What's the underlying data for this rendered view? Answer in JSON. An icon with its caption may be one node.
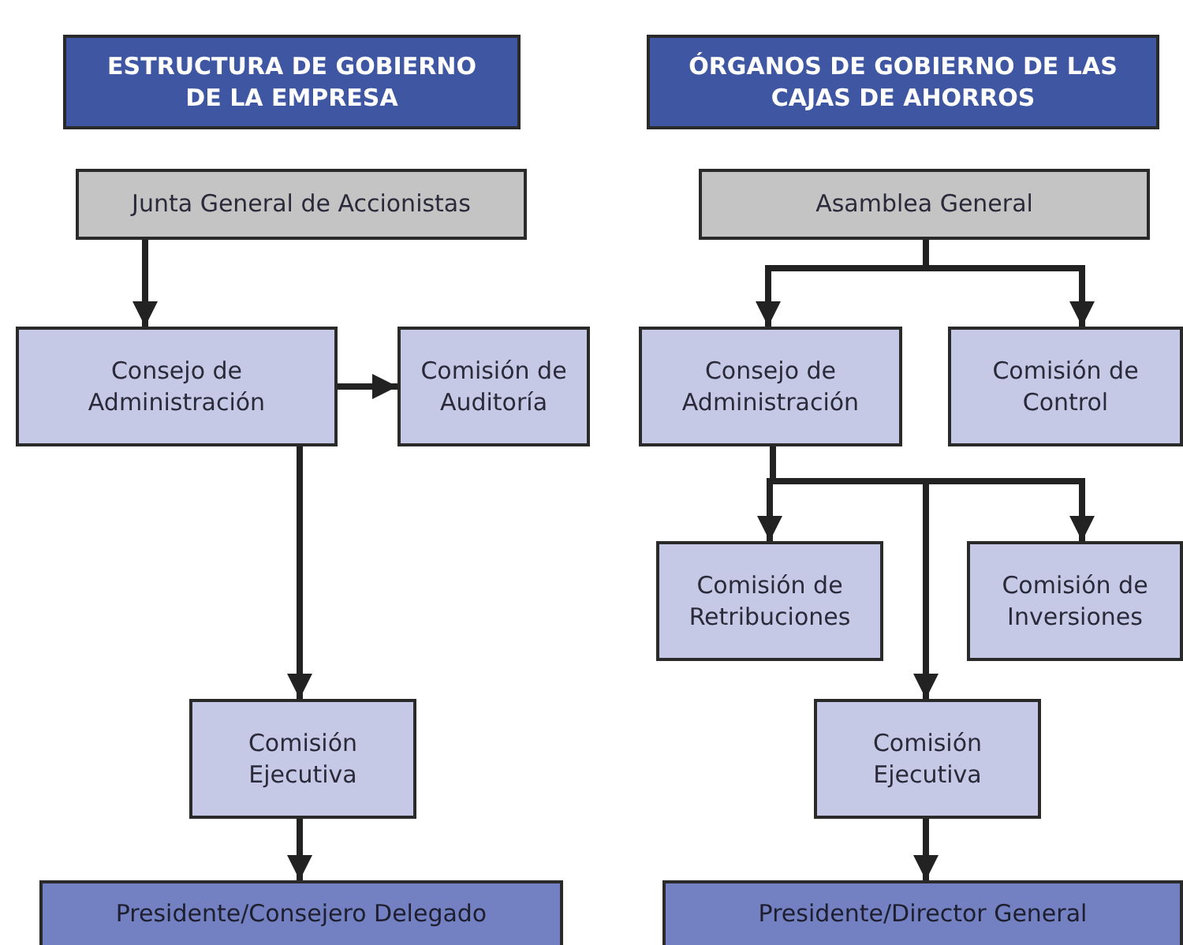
{
  "diagram": {
    "nodes": [
      {
        "text": [
          "ESTRUCTURA DE GOBIERNO DE LA EMPRESA"
        ]
      },
      {
        "text": [
          "Junta General de Accionistas"
        ]
      },
      {
        "text": [
          "Consejo de Administración"
        ]
      },
      {
        "text": [
          "Comisión de Auditoría"
        ]
      },
      {
        "text": [
          "Comisión Ejecutiva"
        ]
      },
      {
        "text": [
          "Presidente/Consejero Delegado"
        ]
      },
      {
        "text": [
          "ÓRGANOS DE GOBIERNO DE LAS CAJAS DE AHORROS"
        ]
      },
      {
        "text": [
          "Asamblea General"
        ]
      },
      {
        "text": [
          "Consejo de Administración"
        ]
      },
      {
        "text": [
          "Comisión de Control"
        ]
      },
      {
        "text": [
          "Comisión de Retribuciones"
        ]
      },
      {
        "text": [
          "Comisión de Inversiones"
        ]
      },
      {
        "text": [
          "Comisión Ejecutiva"
        ]
      },
      {
        "text": [
          "Presidente/Director General"
        ]
      }
    ],
    "edges": [
      {
        "from": 1,
        "to": 2,
        "arrow": "to"
      },
      {
        "from": 2,
        "to": 3,
        "arrow": "to"
      },
      {
        "from": 2,
        "to": 4,
        "arrow": "to"
      },
      {
        "from": 4,
        "to": 5,
        "arrow": "to"
      },
      {
        "from": 7,
        "to": 8,
        "arrow": "to"
      },
      {
        "from": 7,
        "to": 9,
        "arrow": "to"
      },
      {
        "from": 8,
        "to": 10,
        "arrow": "to"
      },
      {
        "from": 8,
        "to": 12,
        "arrow": "to"
      },
      {
        "from": 8,
        "to": 11,
        "arrow": "to"
      },
      {
        "from": 12,
        "to": 13,
        "arrow": "to"
      }
    ]
  }
}
